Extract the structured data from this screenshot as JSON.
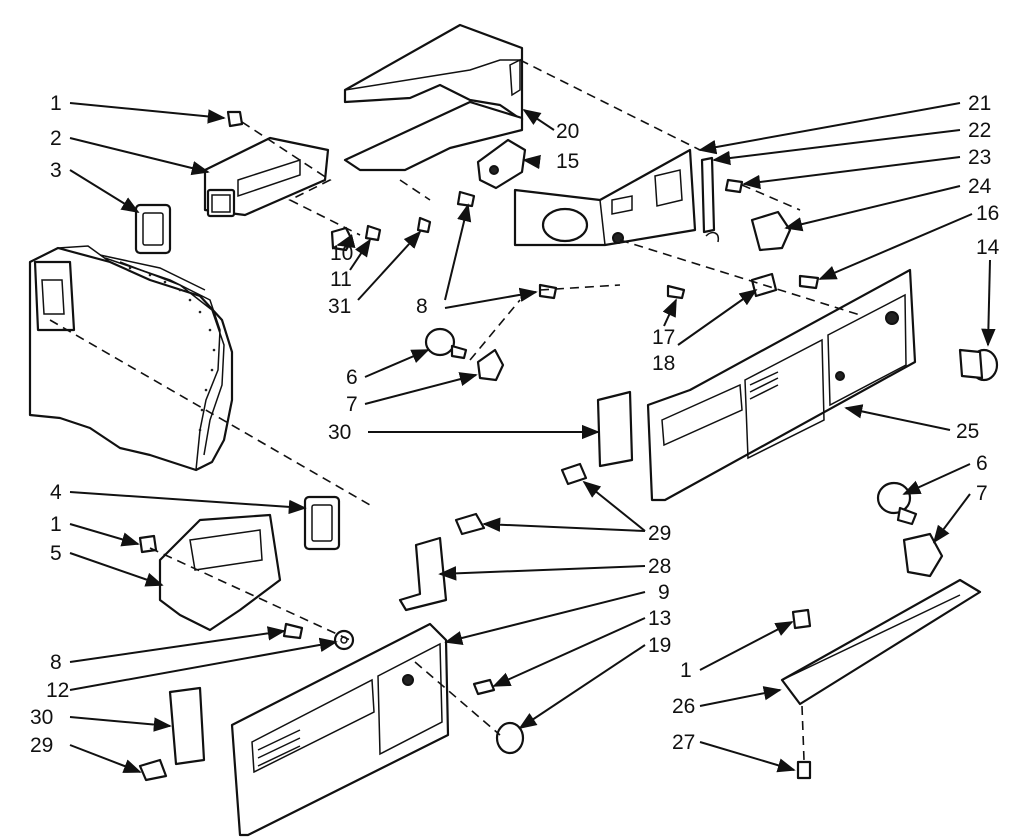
{
  "callouts": [
    {
      "id": "c1a",
      "text": "1"
    },
    {
      "id": "c2",
      "text": "2"
    },
    {
      "id": "c3",
      "text": "3"
    },
    {
      "id": "c10",
      "text": "10"
    },
    {
      "id": "c11",
      "text": "11"
    },
    {
      "id": "c31",
      "text": "31"
    },
    {
      "id": "c20",
      "text": "20"
    },
    {
      "id": "c15",
      "text": "15"
    },
    {
      "id": "c8a",
      "text": "8"
    },
    {
      "id": "c8b",
      "text": "8"
    },
    {
      "id": "c6a",
      "text": "6"
    },
    {
      "id": "c7a",
      "text": "7"
    },
    {
      "id": "c30a",
      "text": "30"
    },
    {
      "id": "c21",
      "text": "21"
    },
    {
      "id": "c22",
      "text": "22"
    },
    {
      "id": "c23",
      "text": "23"
    },
    {
      "id": "c24",
      "text": "24"
    },
    {
      "id": "c16",
      "text": "16"
    },
    {
      "id": "c14",
      "text": "14"
    },
    {
      "id": "c17",
      "text": "17"
    },
    {
      "id": "c18",
      "text": "18"
    },
    {
      "id": "c25",
      "text": "25"
    },
    {
      "id": "c6b",
      "text": "6"
    },
    {
      "id": "c7b",
      "text": "7"
    },
    {
      "id": "c29a",
      "text": "29"
    },
    {
      "id": "c28",
      "text": "28"
    },
    {
      "id": "c9",
      "text": "9"
    },
    {
      "id": "c13",
      "text": "13"
    },
    {
      "id": "c19",
      "text": "19"
    },
    {
      "id": "c4",
      "text": "4"
    },
    {
      "id": "c1b",
      "text": "1"
    },
    {
      "id": "c5",
      "text": "5"
    },
    {
      "id": "c8c",
      "text": "8"
    },
    {
      "id": "c12",
      "text": "12"
    },
    {
      "id": "c30b",
      "text": "30"
    },
    {
      "id": "c29b",
      "text": "29"
    },
    {
      "id": "c1c",
      "text": "1"
    },
    {
      "id": "c26",
      "text": "26"
    },
    {
      "id": "c27",
      "text": "27"
    }
  ]
}
